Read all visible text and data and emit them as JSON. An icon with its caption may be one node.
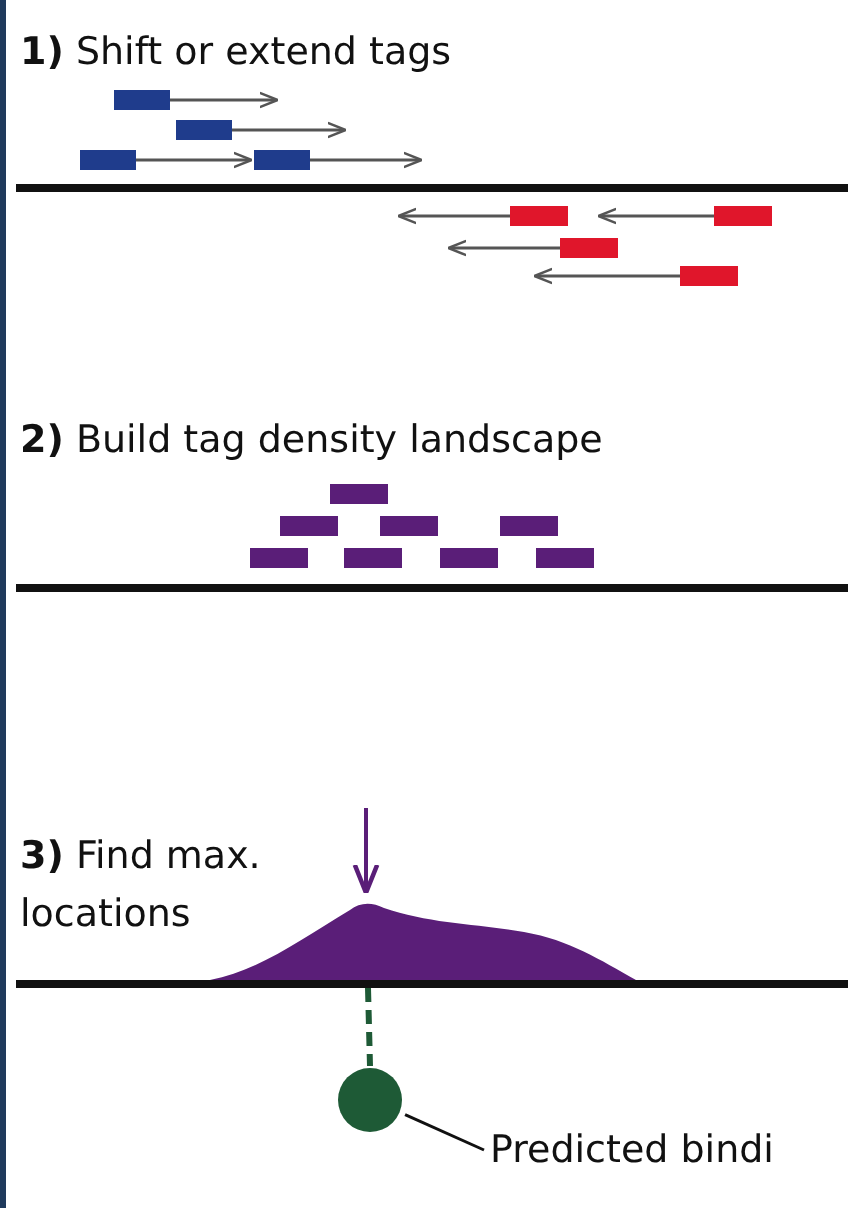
{
  "diagram": {
    "nodes": [
      {
        "text": [],
        "shape": "picture"
      },
      {
        "text": [],
        "shape": "circle"
      },
      {
        "text": [
          "Predicted bindi"
        ]
      }
    ],
    "edges": [
      {
        "from": 0,
        "to": 1,
        "arrow": "none",
        "style": "dashed",
        "color": "#1e5a36"
      },
      {
        "from": 2,
        "to": 1,
        "arrow": "none"
      }
    ],
    "labels": [
      "**1)** Shift or extend tags",
      "**2)** Build tag density landscape",
      "**3)** Find max. locations"
    ]
  }
}
